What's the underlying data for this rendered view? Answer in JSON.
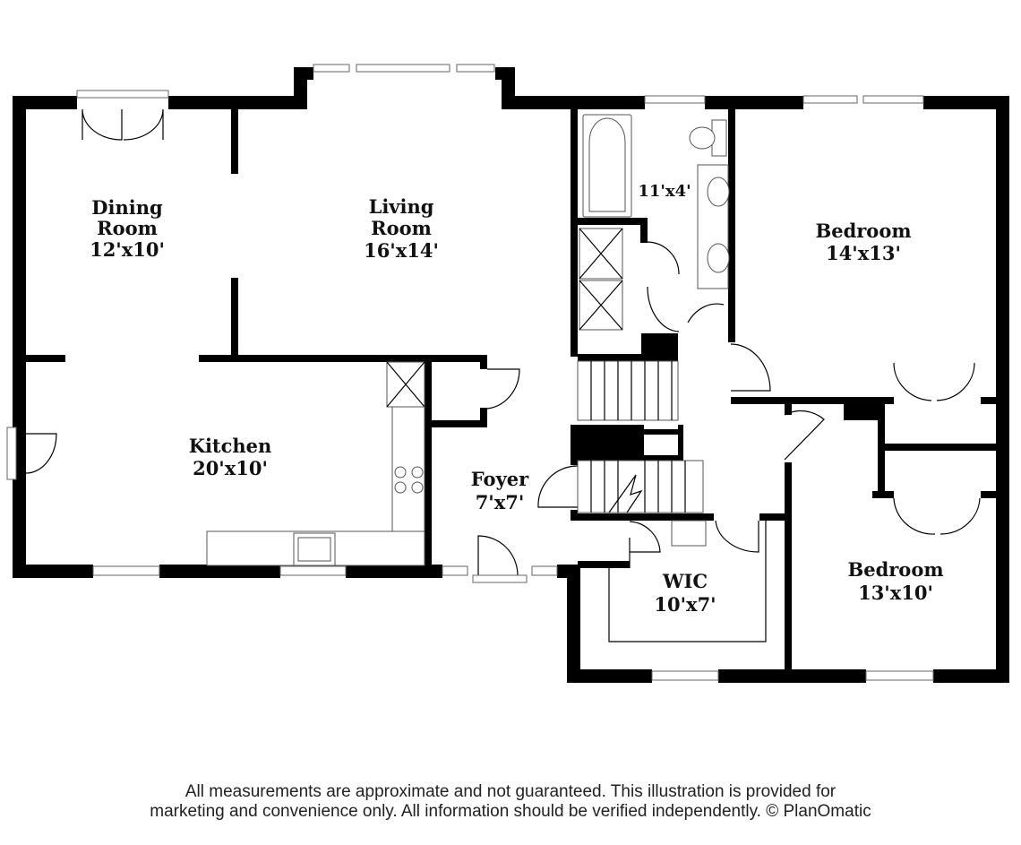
{
  "rooms": {
    "dining": {
      "name_line1": "Dining",
      "name_line2": "Room",
      "dims": "12'x10'"
    },
    "living": {
      "name_line1": "Living",
      "name_line2": "Room",
      "dims": "16'x14'"
    },
    "bath": {
      "dims": "11'x4'"
    },
    "bedroom_main": {
      "name": "Bedroom",
      "dims": "14'x13'"
    },
    "kitchen": {
      "name": "Kitchen",
      "dims": "20'x10'"
    },
    "foyer": {
      "name": "Foyer",
      "dims": "7'x7'"
    },
    "wic": {
      "name": "WIC",
      "dims": "10'x7'"
    },
    "bedroom_second": {
      "name": "Bedroom",
      "dims": "13'x10'"
    }
  },
  "disclaimer": {
    "line1": "All measurements are approximate and not guaranteed. This illustration is provided for",
    "line2": "marketing and convenience only. All information should be verified independently. © PlanOmatic"
  }
}
